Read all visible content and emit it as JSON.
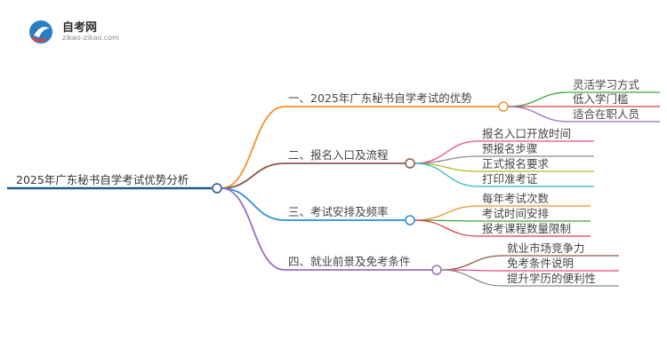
{
  "logo": {
    "brand": "自考网",
    "url": "zikao-zikao.com"
  },
  "root": {
    "label": "2025年广东秘书自学考试优势分析"
  },
  "colors": {
    "root": "#1f5a85",
    "branches": [
      "#f2922a",
      "#8a5a44",
      "#2a8fd4",
      "#9a6cc4"
    ],
    "leaves": [
      [
        "#3aa63a",
        "#d94040",
        "#9a6cc4"
      ],
      [
        "#e64a8c",
        "#8a8a8a",
        "#b5b52a",
        "#2ab5c4"
      ],
      [
        "#f2922a",
        "#3aa63a",
        "#d94040"
      ],
      [
        "#8a5a44",
        "#e64a8c",
        "#8a8a8a"
      ]
    ]
  },
  "branches": [
    {
      "label": "一、2025年广东秘书自学考试的优势",
      "leaves": [
        "灵活学习方式",
        "低入学门槛",
        "适合在职人员"
      ]
    },
    {
      "label": "二、报名入口及流程",
      "leaves": [
        "报名入口开放时间",
        "预报名步骤",
        "正式报名要求",
        "打印准考证"
      ]
    },
    {
      "label": "三、考试安排及频率",
      "leaves": [
        "每年考试次数",
        "考试时间安排",
        "报考课程数量限制"
      ]
    },
    {
      "label": "四、就业前景及免考条件",
      "leaves": [
        "就业市场竞争力",
        "免考条件说明",
        "提升学历的便利性"
      ]
    }
  ]
}
